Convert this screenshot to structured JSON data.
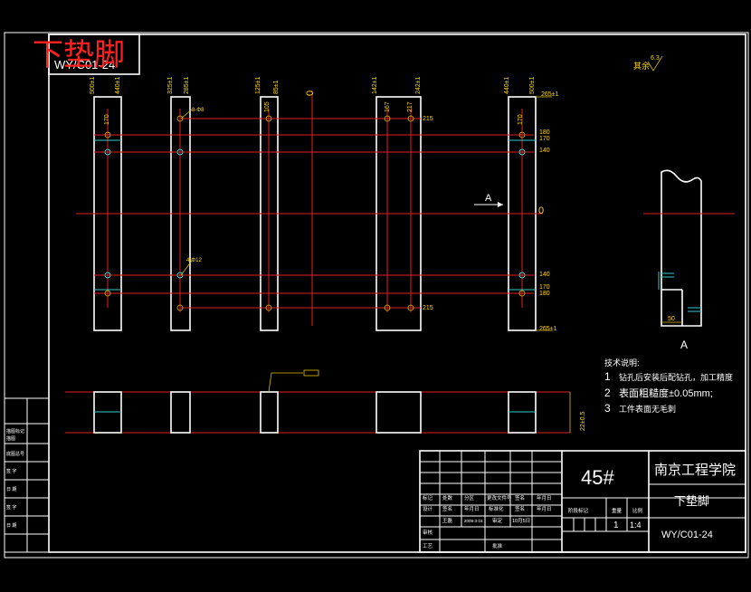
{
  "stamp": {
    "title": "下垫脚",
    "code": "WY/C01-24"
  },
  "roughness": {
    "label": "其余",
    "value": "6.3"
  },
  "section_view": {
    "label": "A",
    "dim_50": "50"
  },
  "arrow_label": "A",
  "zero_marks": [
    "0",
    "0"
  ],
  "columns": [
    {
      "dims": [
        "500±1",
        "440±1"
      ],
      "hole": "170"
    },
    {
      "dims": [
        "325±1",
        "285±1"
      ],
      "note": "8-Φ8"
    },
    {
      "dims": [
        "125±1",
        "85±1"
      ],
      "hole": "105"
    },
    {
      "dims": [
        "142±1",
        "242±1"
      ],
      "holes": [
        "167",
        "217"
      ]
    },
    {
      "dims": [
        "440±1",
        "500±1"
      ],
      "hole": "170"
    }
  ],
  "right_dims": {
    "top": "265±1",
    "bottom": "265±1",
    "row_215_top": "215",
    "row_180": "180",
    "row_170_top": "170",
    "row_140_top": "140",
    "row_140_bot": "140",
    "row_170_bot": "170",
    "row_180_bot": "180",
    "row_215_bot": "215"
  },
  "hole_note_small": "4-Φ12",
  "height_dim": "22±0.5",
  "tech_notes": {
    "heading": "技术说明:",
    "items": [
      {
        "n": "1",
        "text": "钻孔后安装后配钻孔，加工精度"
      },
      {
        "n": "2",
        "text": "表面粗糙度±0.05mm;"
      },
      {
        "n": "3",
        "text": "工件表面无毛刺"
      }
    ]
  },
  "title_block": {
    "material": "45#",
    "school": "南京工程学院",
    "part_name": "下垫脚",
    "drawing_no": "WY/C01-24",
    "header_cells": [
      "标记",
      "处数",
      "分区",
      "更改文件号",
      "签名",
      "年月日"
    ],
    "row2": [
      "设计",
      "签名",
      "年月日",
      "标准化",
      "签名",
      "年月日"
    ],
    "row3_label": "王磊",
    "row3_date": "2008-3-15",
    "row3_extra": [
      "审定",
      "10月5日"
    ],
    "review": "审核",
    "process": "工艺",
    "approve": "批准",
    "stage_label": "阶段标记",
    "weight_label": "重量",
    "scale_label": "比例",
    "qty": "1",
    "scale": "1:4"
  },
  "left_strip": [
    "描图标记",
    "描图",
    "底图总号",
    "签 字",
    "日 期",
    "签 字",
    "日 期"
  ]
}
